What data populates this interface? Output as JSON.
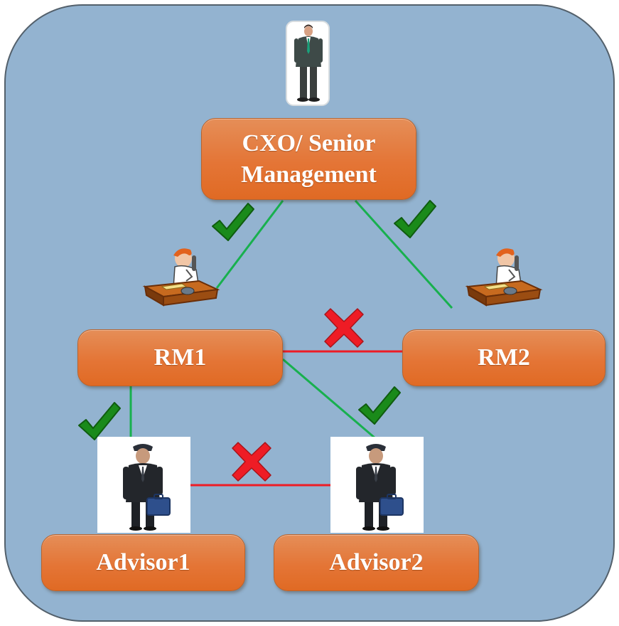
{
  "nodes": {
    "cxo": "CXO/ Senior Management",
    "rm1": "RM1",
    "rm2": "RM2",
    "advisor1": "Advisor1",
    "advisor2": "Advisor2"
  },
  "colors": {
    "background": "#93b3d0",
    "node_fill": "#e47536",
    "allowed_line": "#18b04e",
    "blocked_line": "#ee1c25",
    "check_mark": "#1a8a1a",
    "cross_mark": "#ee1c25"
  },
  "icons": {
    "executive": "executive-figure-icon",
    "manager": "manager-at-desk-phone-icon",
    "advisor": "advisor-with-briefcase-icon",
    "allowed": "check-mark-icon",
    "blocked": "cross-mark-icon"
  },
  "connections": [
    {
      "from": "cxo",
      "to": "rm1",
      "status": "allowed"
    },
    {
      "from": "cxo",
      "to": "rm2",
      "status": "allowed"
    },
    {
      "from": "rm1",
      "to": "rm2",
      "status": "blocked"
    },
    {
      "from": "rm1",
      "to": "advisor1",
      "status": "allowed"
    },
    {
      "from": "rm1",
      "to": "advisor2",
      "status": "allowed"
    },
    {
      "from": "advisor1",
      "to": "advisor2",
      "status": "blocked"
    }
  ]
}
